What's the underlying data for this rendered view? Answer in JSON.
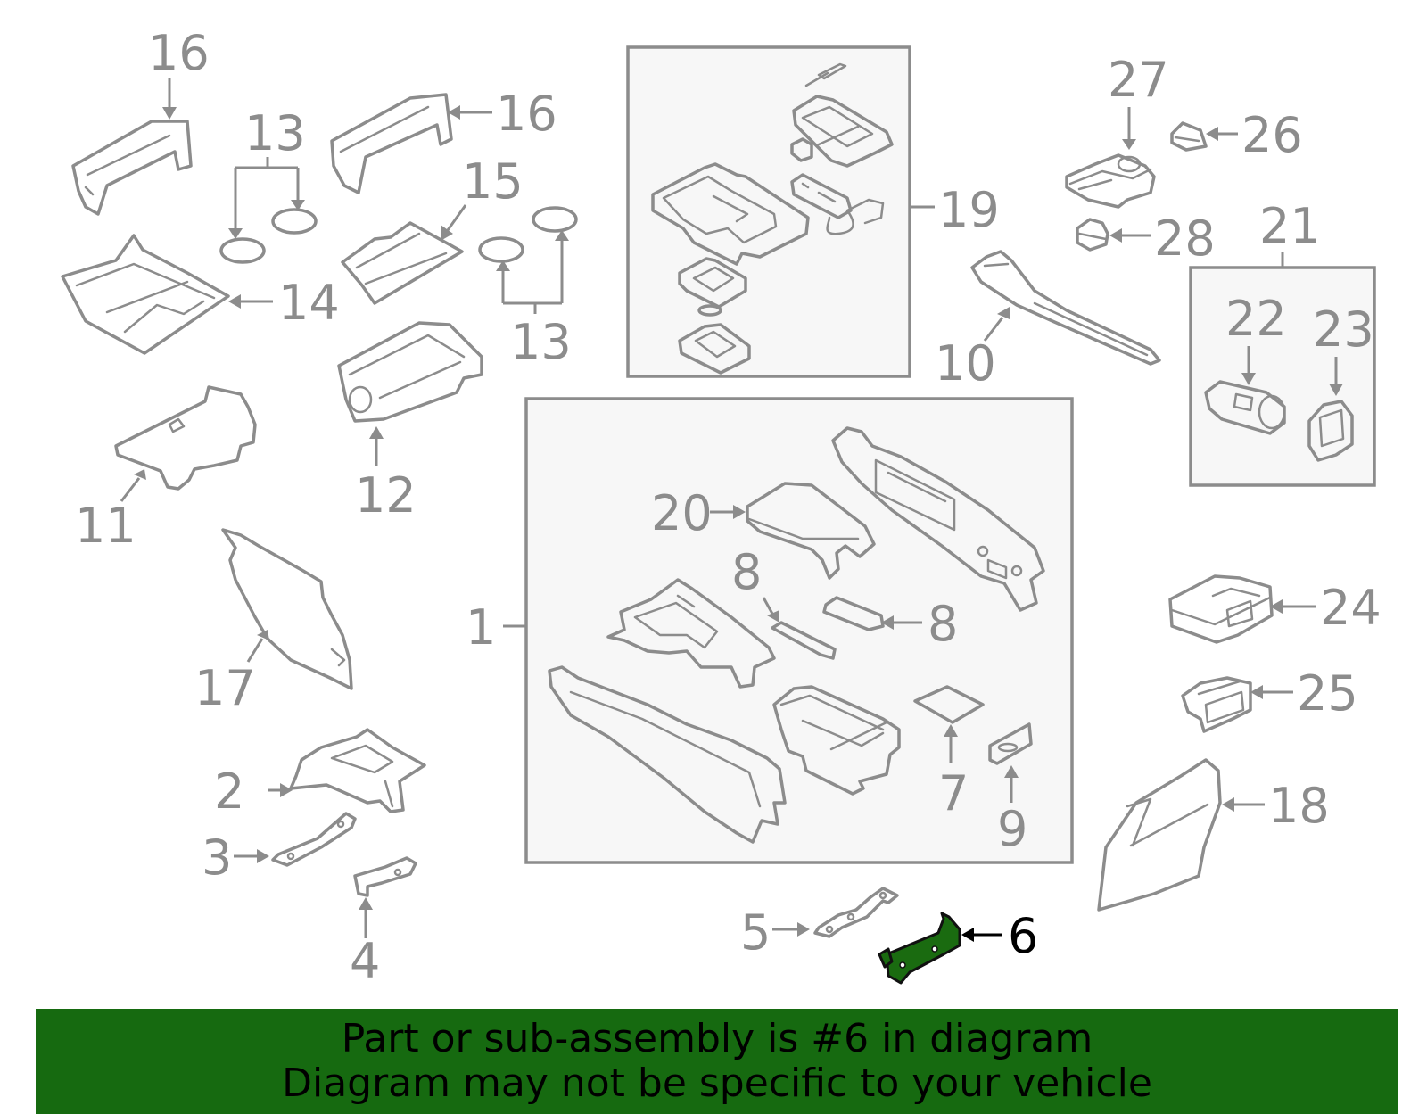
{
  "callouts": {
    "c1": "1",
    "c2": "2",
    "c3": "3",
    "c4": "4",
    "c5": "5",
    "c6": "6",
    "c7": "7",
    "c8a": "8",
    "c8b": "8",
    "c9": "9",
    "c10": "10",
    "c11": "11",
    "c12": "12",
    "c13a": "13",
    "c13b": "13",
    "c14": "14",
    "c15": "15",
    "c16a": "16",
    "c16b": "16",
    "c17": "17",
    "c18": "18",
    "c19": "19",
    "c20": "20",
    "c21": "21",
    "c22": "22",
    "c23": "23",
    "c24": "24",
    "c25": "25",
    "c26": "26",
    "c27": "27",
    "c28": "28"
  },
  "highlighted_part": "6",
  "colors": {
    "line": "#8c8c8c",
    "highlight": "#1a6b10",
    "banner": "#166a10"
  },
  "banner": {
    "line1": "Part or sub-assembly is #6 in diagram",
    "line2": "Diagram may not be specific to your vehicle"
  }
}
